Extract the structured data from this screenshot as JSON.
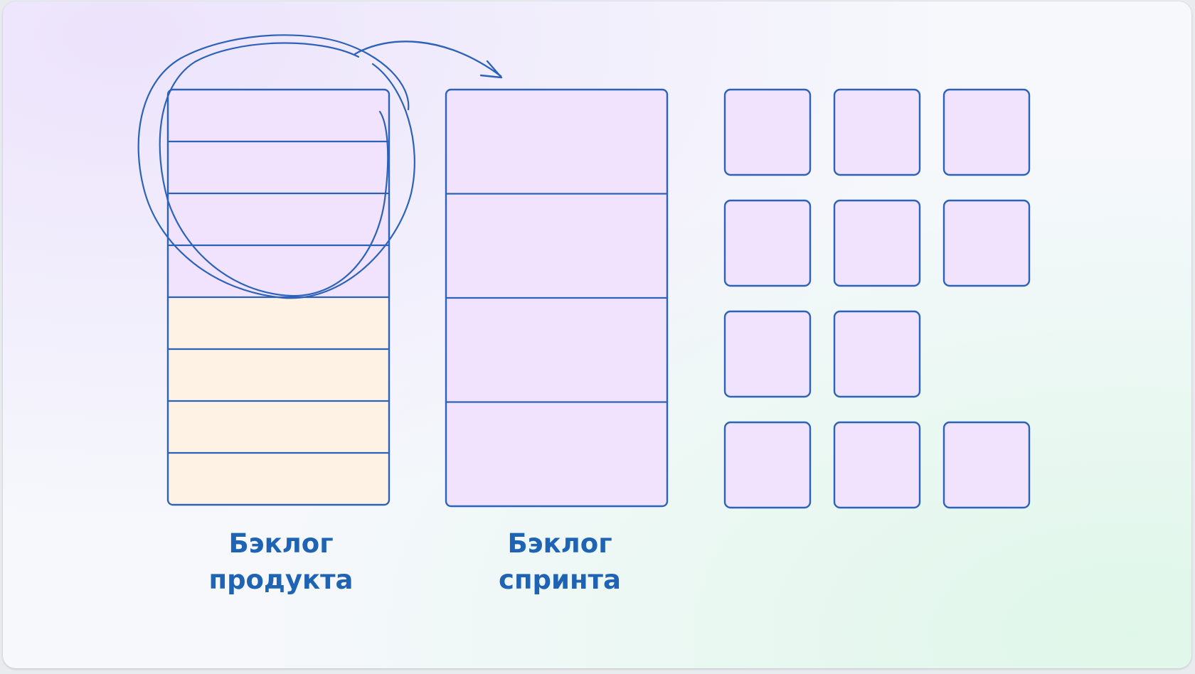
{
  "colors": {
    "stroke": "#2c63b8",
    "purple_fill": "#f1e3fd",
    "beige_fill": "#fef2e5",
    "label_text": "#1f63b4"
  },
  "product_backlog": {
    "label_line1": "Бэклог",
    "label_line2": "продукта",
    "rows_total": 8,
    "rows_selected": 4
  },
  "sprint_backlog": {
    "label_line1": "Бэклог",
    "label_line2": "спринта",
    "rows_total": 4
  },
  "tasks_grid": {
    "row_counts": [
      3,
      3,
      2,
      3
    ]
  }
}
